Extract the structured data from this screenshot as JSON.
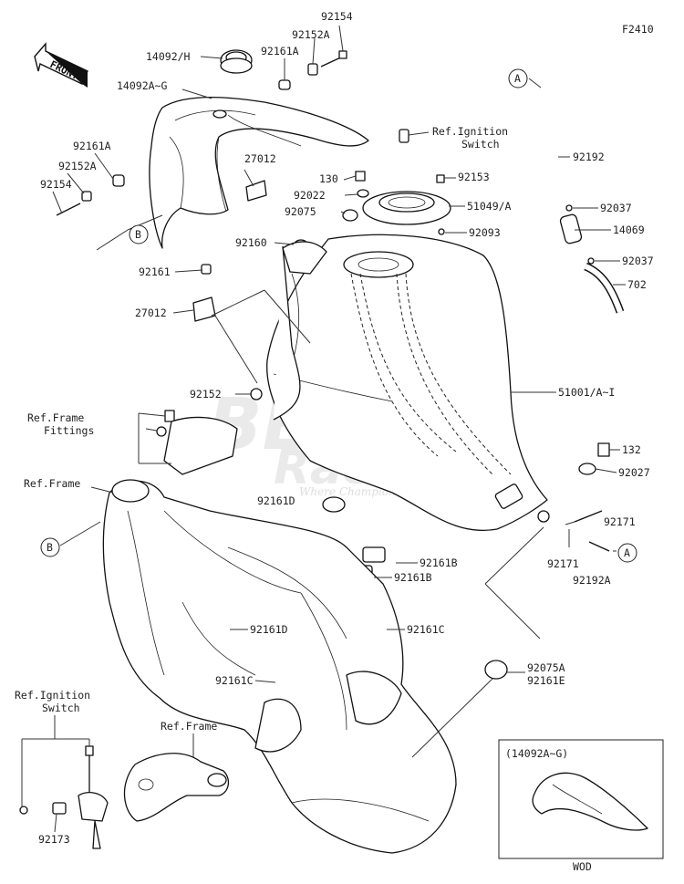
{
  "diagram_code": "F2410",
  "front_label": "FRONT",
  "callouts": [
    {
      "id": "c-92154-top",
      "text": "92154"
    },
    {
      "id": "c-92152a-top",
      "text": "92152A"
    },
    {
      "id": "c-92161a-top",
      "text": "92161A"
    },
    {
      "id": "c-14092h",
      "text": "14092/H"
    },
    {
      "id": "c-14092ag",
      "text": "14092A~G"
    },
    {
      "id": "c-92161a-l",
      "text": "92161A"
    },
    {
      "id": "c-92152a-l",
      "text": "92152A"
    },
    {
      "id": "c-92154-l",
      "text": "92154"
    },
    {
      "id": "c-27012-r",
      "text": "27012"
    },
    {
      "id": "c-b-left",
      "text": "B"
    },
    {
      "id": "c-92161",
      "text": "92161"
    },
    {
      "id": "c-27012-l",
      "text": "27012"
    },
    {
      "id": "c-ref-ign-top1",
      "text": "Ref.Ignition"
    },
    {
      "id": "c-ref-ign-top2",
      "text": "Switch"
    },
    {
      "id": "c-130",
      "text": "130"
    },
    {
      "id": "c-92153",
      "text": "92153"
    },
    {
      "id": "c-92022",
      "text": "92022"
    },
    {
      "id": "c-51049a",
      "text": "51049/A"
    },
    {
      "id": "c-92075",
      "text": "92075"
    },
    {
      "id": "c-92093",
      "text": "92093"
    },
    {
      "id": "c-92160",
      "text": "92160"
    },
    {
      "id": "c-a-top",
      "text": "A"
    },
    {
      "id": "c-92192",
      "text": "92192"
    },
    {
      "id": "c-92037-a",
      "text": "92037"
    },
    {
      "id": "c-14069",
      "text": "14069"
    },
    {
      "id": "c-92037-b",
      "text": "92037"
    },
    {
      "id": "c-702",
      "text": "702"
    },
    {
      "id": "c-51001",
      "text": "51001/A~I"
    },
    {
      "id": "c-92152",
      "text": "92152"
    },
    {
      "id": "c-ref-frame-fit1",
      "text": "Ref.Frame"
    },
    {
      "id": "c-ref-frame-fit2",
      "text": "Fittings"
    },
    {
      "id": "c-132",
      "text": "132"
    },
    {
      "id": "c-92027",
      "text": "92027"
    },
    {
      "id": "c-ref-frame",
      "text": "Ref.Frame"
    },
    {
      "id": "c-92161d-a",
      "text": "92161D"
    },
    {
      "id": "c-b-frame",
      "text": "B"
    },
    {
      "id": "c-92171-a",
      "text": "92171"
    },
    {
      "id": "c-92171-b",
      "text": "92171"
    },
    {
      "id": "c-a-right",
      "text": "A"
    },
    {
      "id": "c-92192a",
      "text": "92192A"
    },
    {
      "id": "c-92161b-a",
      "text": "92161B"
    },
    {
      "id": "c-92161b-b",
      "text": "92161B"
    },
    {
      "id": "c-92161d-b",
      "text": "92161D"
    },
    {
      "id": "c-92161c-a",
      "text": "92161C"
    },
    {
      "id": "c-92075a",
      "text": "92075A"
    },
    {
      "id": "c-92161e",
      "text": "92161E"
    },
    {
      "id": "c-92161c-b",
      "text": "92161C"
    },
    {
      "id": "c-ref-ign-bot1",
      "text": "Ref.Ignition"
    },
    {
      "id": "c-ref-ign-bot2",
      "text": "Switch"
    },
    {
      "id": "c-ref-frame-bot",
      "text": "Ref.Frame"
    },
    {
      "id": "c-92173",
      "text": "92173"
    },
    {
      "id": "c-inset-title",
      "text": "(14092A~G)"
    },
    {
      "id": "c-wod",
      "text": "WOD"
    }
  ],
  "watermark": {
    "line1": "BERG",
    "line2": "Racing",
    "tagline": "Where Champions are made"
  }
}
